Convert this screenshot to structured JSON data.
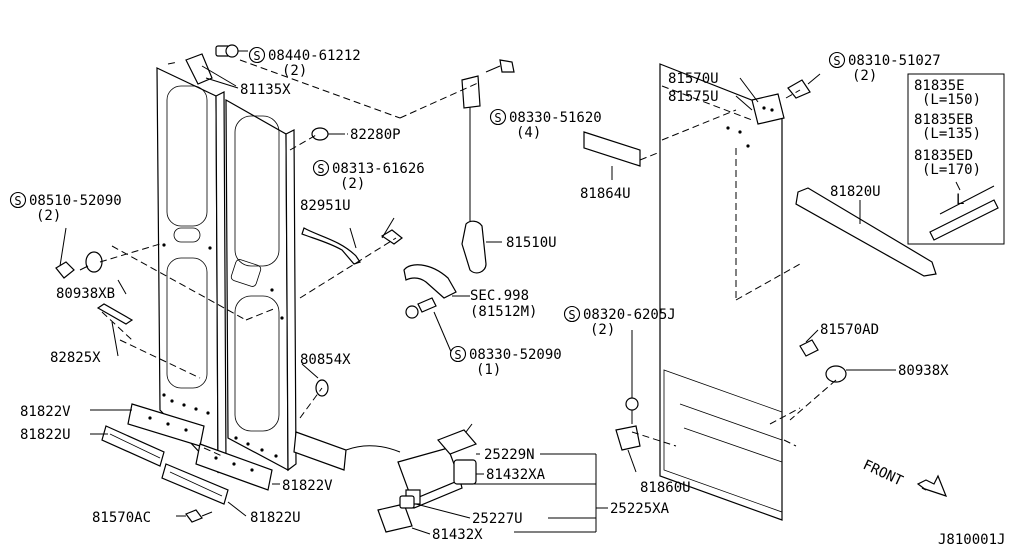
{
  "callouts": {
    "c1": "08440-61212",
    "c1q": "(2)",
    "c2": "08510-52090",
    "c2q": "(2)",
    "c3": "08313-61626",
    "c3q": "(2)",
    "c4": "08330-51620",
    "c4q": "(4)",
    "c5": "08330-52090",
    "c5q": "(1)",
    "c6": "08310-51027",
    "c6q": "(2)",
    "c7": "08320-6205J",
    "c7q": "(2)"
  },
  "parts": {
    "p81135X": "81135X",
    "p82280P": "82280P",
    "p82951U": "82951U",
    "p80938XB": "80938XB",
    "p82825X": "82825X",
    "p80854X": "80854X",
    "p81822V_a": "81822V",
    "p81822U_a": "81822U",
    "p81822V_b": "81822V",
    "p81822U_b": "81822U",
    "p81570AC": "81570AC",
    "p81510U": "81510U",
    "sec_a": "SEC.998",
    "sec_b": "(81512M)",
    "p25229N": "25229N",
    "p81432XA": "81432XA",
    "p25227U": "25227U",
    "p25225XA": "25225XA",
    "p81432X": "81432X",
    "p81570U": "81570U",
    "p81575U": "81575U",
    "p81864U": "81864U",
    "p81820U": "81820U",
    "p81570AD": "81570AD",
    "p80938X": "80938X",
    "p81860U": "81860U"
  },
  "inset": {
    "r1": "81835E",
    "r1b": "(L=150)",
    "r2": "81835EB",
    "r2b": "(L=135)",
    "r3": "81835ED",
    "r3b": "(L=170)",
    "len": "L"
  },
  "front_label": "FRONT",
  "diagram_id": "J810001J"
}
